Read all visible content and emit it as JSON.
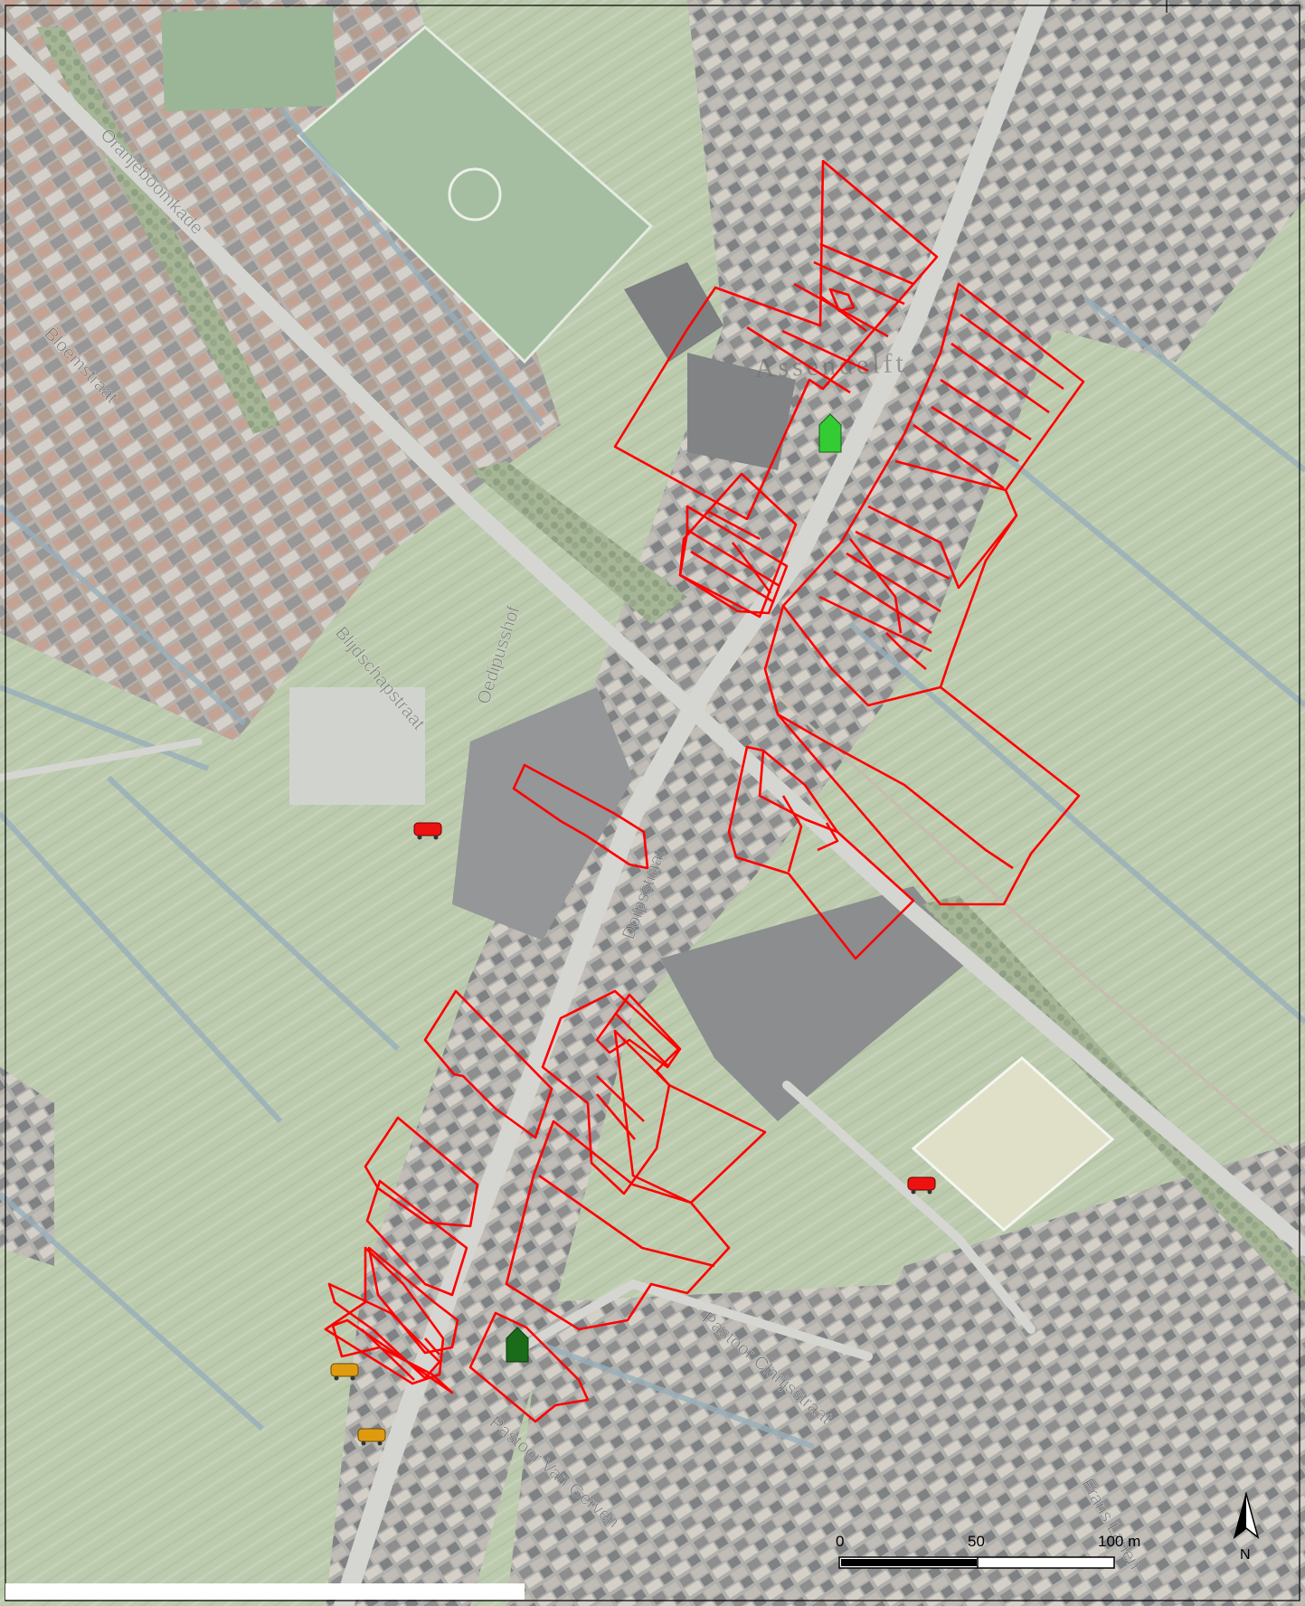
{
  "map": {
    "place_name": "Assendelft",
    "street_labels": {
      "oranjeboomkade": "Oranjeboomkade",
      "bloemstraat": "Bloemstraat",
      "bijdschapstraat": "Blijdschapstraat",
      "dorpsstraat": "Dorpsstraat",
      "ooijenstraat": "Oedipusshof",
      "pastoor_clarijs": "Pastoor Clarijsstraat",
      "pastoor_van_gerven": "Pastoor Van Gerven",
      "frans": "Frans Lanen"
    },
    "markers": [
      {
        "id": "house-light",
        "icon": "house-icon",
        "color": "#33cc33"
      },
      {
        "id": "house-dark",
        "icon": "house-icon",
        "color": "#1a6b1a"
      },
      {
        "id": "vehicle-red-1",
        "icon": "bus-icon",
        "color": "#ee1111"
      },
      {
        "id": "vehicle-red-2",
        "icon": "bus-icon",
        "color": "#ee1111"
      },
      {
        "id": "vehicle-orange-1",
        "icon": "bus-icon",
        "color": "#e09a10"
      },
      {
        "id": "vehicle-orange-2",
        "icon": "bus-icon",
        "color": "#e09a10"
      }
    ],
    "parcel_color": "#ff0000"
  },
  "scale_bar": {
    "label_0": "0",
    "label_50": "50",
    "label_100": "100 m"
  },
  "north_arrow": {
    "label": "N"
  }
}
